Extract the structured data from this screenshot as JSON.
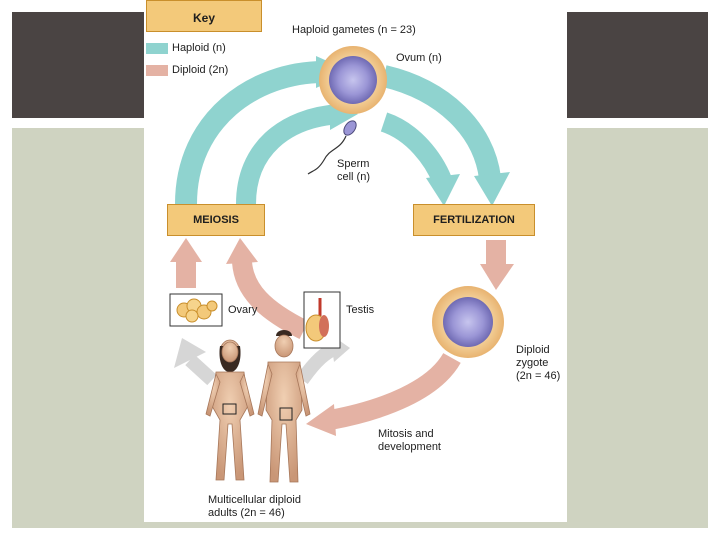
{
  "key": {
    "title": "Key",
    "haploid": "Haploid (n)",
    "diploid": "Diploid (2n)",
    "haploid_color": "#8fd3cf",
    "diploid_color": "#e4b2a4"
  },
  "labels": {
    "gametes": "Haploid gametes (n = 23)",
    "ovum": "Ovum (n)",
    "sperm": "Sperm cell (n)",
    "meiosis": "MEIOSIS",
    "fertilization": "FERTILIZATION",
    "ovary": "Ovary",
    "testis": "Testis",
    "zygote": "Diploid zygote (2n = 46)",
    "mitosis": "Mitosis and development",
    "adults": "Multicellular diploid adults (2n = 46)"
  },
  "colors": {
    "slide_band": "#4a4443",
    "slide_panel": "#cfd3c1",
    "box_fill": "#f3c97a",
    "cell_fill": "#9b96d6"
  }
}
